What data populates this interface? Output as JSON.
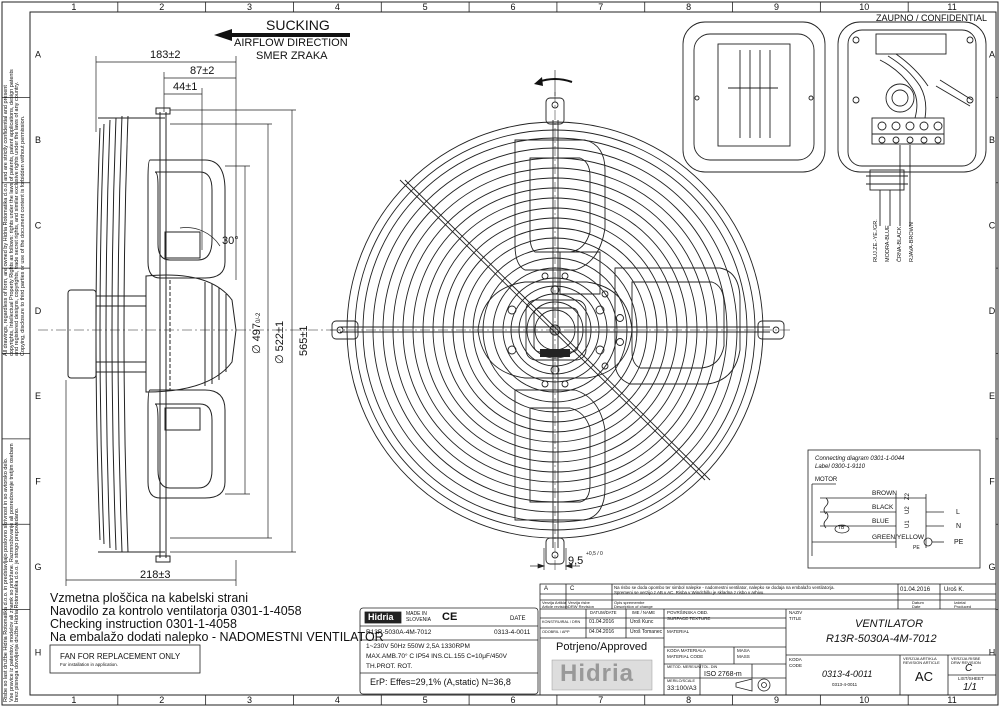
{
  "grid": {
    "columns": [
      "1",
      "2",
      "3",
      "4",
      "5",
      "6",
      "7",
      "8",
      "9",
      "10",
      "11"
    ],
    "rows": [
      "A",
      "B",
      "C",
      "D",
      "E",
      "F",
      "G",
      "H"
    ]
  },
  "confidential": "ZAUPNO / CONFIDENTIAL",
  "airflow": {
    "title": "SUCKING",
    "line1": "AIRFLOW DIRECTION",
    "line2": "SMER ZRAKA"
  },
  "dimensions": {
    "d183": "183±2",
    "d87": "87±2",
    "d44": "44±1",
    "angle": "30°",
    "dia497": "∅ 497",
    "dia497_tol": "0/-2",
    "dia522": "∅ 522±1",
    "d565": "565±1",
    "d218": "218±3",
    "d95": "9,5",
    "d95_tol": "+0,5 / 0"
  },
  "legal_side": [
    "All drawings, regardless of form, are owned by Hidria Rotomatika d.o.o. and are strictly confidential and present",
    "copyrights, Intellectual Property Rights as follows: rights under the laws of patents, patent applications, design patents",
    "and registered designs, copyrights, trade secret rights, and similar exclusive rights under the laws of any country.",
    "Copying, disclosure to third parties or use of the document content is forbidden without permission."
  ],
  "legal_side_slo": [
    "Risbe so last družbe Hidria Rotomatika d.o.o. in predstavljajo poslovno skrivnost in so avtorsko delo.",
    "Vse pravice iz patentov, modelov ali znamk so pridržane. Razmnoževanje ali posredovanje tretjim osebam",
    "brez pisnega dovoljenja družbe Hidria Rotomatika d.o.o. je strogo prepovedano."
  ],
  "notes": [
    "Vzmetna ploščica na kabelski strani",
    "Navodilo za kontrolo ventilatorja 0301-1-4058",
    "Checking instruction 0301-1-4058",
    "Na embalažo dodati nalepko - NADOMESTNI VENTILATOR"
  ],
  "replacement_label": {
    "title": "FAN FOR REPLACEMENT ONLY",
    "sub": "For installation in application."
  },
  "rating_label": {
    "brand": "Hidria",
    "made_in": "MADE IN",
    "country": "SLOVENIA",
    "ce": "CE",
    "date": "DATE",
    "model": "R13R-5030A-4M-7012",
    "code": "0313-4-0011",
    "line1": "1~230V  50Hz  550W  2,5A  1330RPM",
    "line2": "MAX.AMB.70° C  IP54  INS.CL.155  C=10μF/450V",
    "line3": "TH.PROT.  ROT.",
    "erp": "ErP: Effes=29,1%   (A,static)   N=36,8"
  },
  "connection": {
    "title1": "Connecting diagram 0301-1-0044",
    "title2": "Label 0300-1-9110",
    "motor": "MOTOR",
    "wires": [
      "BROWN",
      "BLACK",
      "BLUE",
      "GREEN/YELLOW"
    ],
    "terminals": [
      "Z2",
      "U2",
      "U1",
      "PE"
    ],
    "outputs": [
      "L",
      "N",
      "PE"
    ],
    "tb": "TB"
  },
  "terminal_wires": [
    "RUJ.ZE.-YE./GR.",
    "MODRA-BLUE",
    "ČRNA-BLACK",
    "RJAVA-BROWN"
  ],
  "title_block": {
    "col_a": "A",
    "col_c": "C",
    "rev_note": "Na risbo se doda opombo ter simbol nalepke - nadomestni ventilator, nalepko se dodaja na embalažo ventilatorja.",
    "rev_note2": "Spremeni se verzijo z AB v AC. Risba v Windchillu je skladna z risbo v arhivu.",
    "rev_date": "01.04.2016",
    "rev_by": "Uroš K.",
    "col_heads": [
      "Verzija Artikla\nArticle revision",
      "Verzija risbe\nDRW Revision",
      "Opis spremembe\nDescription of change",
      "Datum\nDate",
      "Izdelal\nProduced"
    ],
    "konstruiral": "KONSTRUIRAL / DRN",
    "odobril": "ODOBRIL / APP",
    "date1": "01.04.2016",
    "date2": "04.04.2016",
    "name1": "Uroš Kunc",
    "name2": "Uroš Tomanec",
    "datum_date": "DATUM/DATE",
    "ime_name": "IME / NAME",
    "povrsinska": "POVRŠINSKA OBD.",
    "surface": "SURFACE TEXTURE",
    "material": "MATERIAL",
    "approved": "Potrjeno/Approved",
    "koda_mat": "KODA MATERIALA",
    "mat_code": "MATERIAL CODE",
    "masa": "MASA",
    "mass": "MASS",
    "metoda": "METOD. MERE/UNITOL. DIN",
    "iso": "ISO 2768-m",
    "merilo": "MERILO/SCALE",
    "scale": "33:100/A3",
    "naziv": "NAZIV",
    "title_lbl": "TITLE",
    "title1": "VENTILATOR",
    "title2": "R13R-5030A-4M-7012",
    "koda": "KODA",
    "code_lbl": "CODE",
    "code": "0313-4-0011",
    "code2": "0313-4-0011",
    "ver_art": "VERZIJA ARTIKLA\nREVISION ARTICLE",
    "ver_rev": "VERZIJA RISBE\nDRW REVISION",
    "rev_art": "AC",
    "rev_drw": "C",
    "list": "LIST/SHEET",
    "sheet": "1/1",
    "logo": "Hidria"
  }
}
